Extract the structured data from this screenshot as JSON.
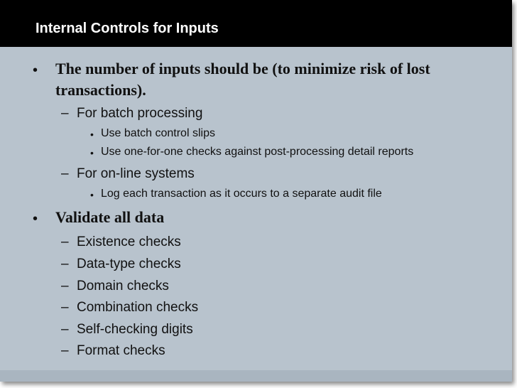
{
  "slide": {
    "title": "Internal Controls for Inputs",
    "colors": {
      "background": "#b8c3cd",
      "title_bar": "#000000",
      "title_text": "#ffffff"
    },
    "markers": {
      "level1": "•",
      "level2": "–",
      "level3": "•"
    },
    "bullets": [
      {
        "text": "The number of inputs should be (to minimize risk of lost transactions).",
        "children": [
          {
            "text": "For batch processing",
            "children": [
              "Use batch control slips",
              "Use one-for-one checks against post-processing detail reports"
            ]
          },
          {
            "text": "For on-line systems",
            "children": [
              "Log each transaction as it occurs to a separate audit file"
            ]
          }
        ]
      },
      {
        "text": "Validate all data",
        "children": [
          {
            "text": "Existence checks"
          },
          {
            "text": "Data-type checks"
          },
          {
            "text": "Domain checks"
          },
          {
            "text": "Combination checks"
          },
          {
            "text": "Self-checking digits"
          },
          {
            "text": "Format checks"
          }
        ]
      }
    ]
  }
}
